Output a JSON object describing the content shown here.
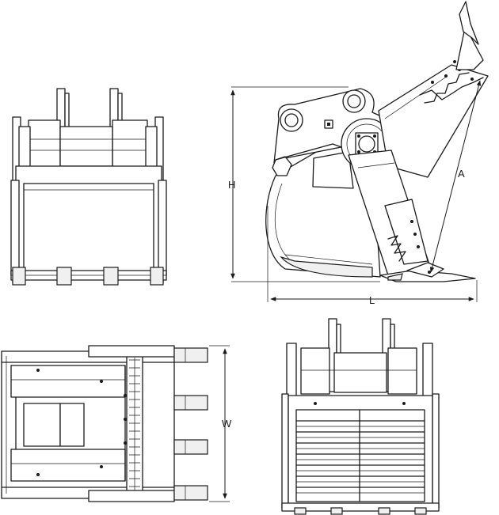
{
  "diagram": {
    "dimension_labels": {
      "height": "H",
      "length": "L",
      "arm": "A",
      "width": "W"
    }
  }
}
